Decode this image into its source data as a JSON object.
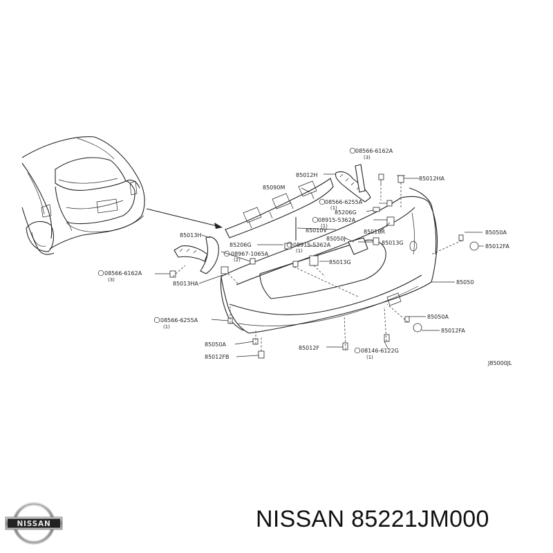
{
  "diagram": {
    "code": "J85000JL",
    "labels": {
      "l_08566_6162A_top": "08566-6162A",
      "q_top": "(3)",
      "l_85012H": "85012H",
      "l_85012HA": "85012HA",
      "l_85090M": "85090M",
      "l_08566_6255A_mid": "08566-6255A",
      "q_mid1": "(1)",
      "l_85206G_r": "85206G",
      "l_08915_5362A_r": "08915-5362A",
      "q_mid2": "(1)",
      "l_85010V": "85010V",
      "l_85050J": "85050J",
      "l_85010R": "85010R",
      "l_85013G_r": "85013G",
      "l_85050A_r": "85050A",
      "l_85012FA_r": "85012FA",
      "l_85013H": "85013H",
      "l_85206G_l": "85206G",
      "l_08915_5362A_l": "08915-5362A",
      "q_l1": "(1)",
      "l_08967_1065A": "08967-1065A",
      "q_l2": "(2)",
      "l_85013G_l": "85013G",
      "l_08566_6162A_left": "08566-6162A",
      "q_left": "(3)",
      "l_85013HA": "85013HA",
      "l_85050": "85050",
      "l_08566_6255A_low": "08566-6255A",
      "q_low": "(1)",
      "l_85050A_low": "85050A",
      "l_85012FA_low": "85012FA",
      "l_85050A_bl": "85050A",
      "l_85012F": "85012F",
      "l_08146_6122G": "08146-6122G",
      "q_bot": "(1)",
      "l_85012FB": "85012FB"
    }
  },
  "footer": {
    "brand_logo_text": "NISSAN",
    "caption": "NISSAN 85221JM000"
  }
}
